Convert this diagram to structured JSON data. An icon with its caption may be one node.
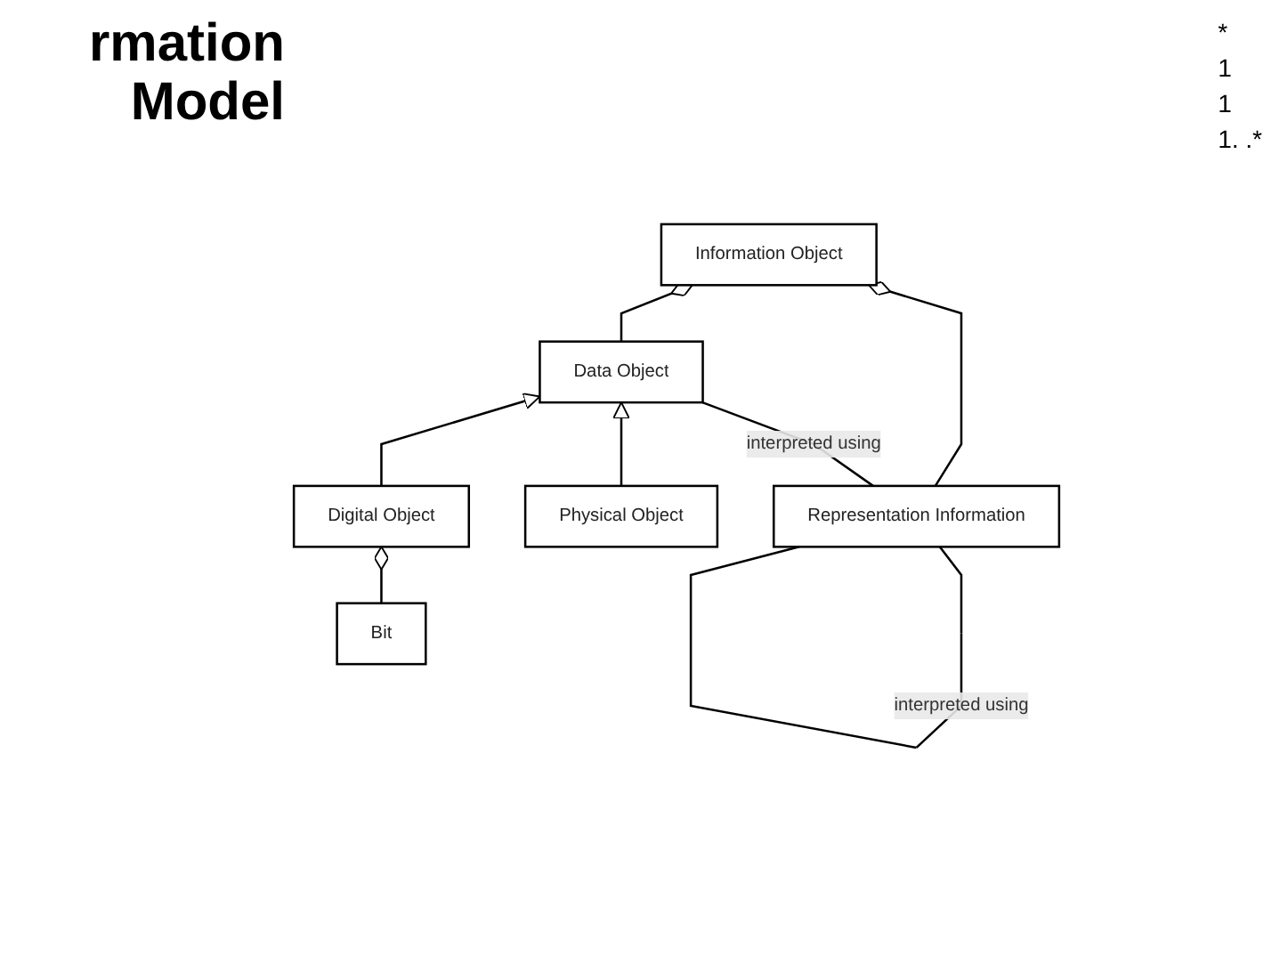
{
  "diagram": {
    "title": "rmation Model",
    "nodes": [
      {
        "text": [
          "Information Object"
        ]
      },
      {
        "text": [
          "Data Object"
        ]
      },
      {
        "text": [
          "Representation Information"
        ]
      },
      {
        "text": [
          "Physical Object"
        ]
      },
      {
        "text": [
          "Digital Object"
        ]
      },
      {
        "text": [
          "Bit"
        ]
      }
    ],
    "edges": [
      {
        "from": 0,
        "to": 1,
        "arrow": "other"
      },
      {
        "from": 0,
        "to": 2,
        "arrow": "other"
      },
      {
        "from": 1,
        "to": 2,
        "arrow": "none",
        "label": "interpreted using"
      },
      {
        "from": 2,
        "to": 2,
        "arrow": "none",
        "label": "interpreted using"
      },
      {
        "from": 3,
        "to": 1,
        "arrow": "to"
      },
      {
        "from": 4,
        "to": 1,
        "arrow": "to"
      },
      {
        "from": 4,
        "to": 5,
        "arrow": "other"
      }
    ],
    "labels": [
      "*",
      "1",
      "1",
      "1. .*"
    ]
  }
}
